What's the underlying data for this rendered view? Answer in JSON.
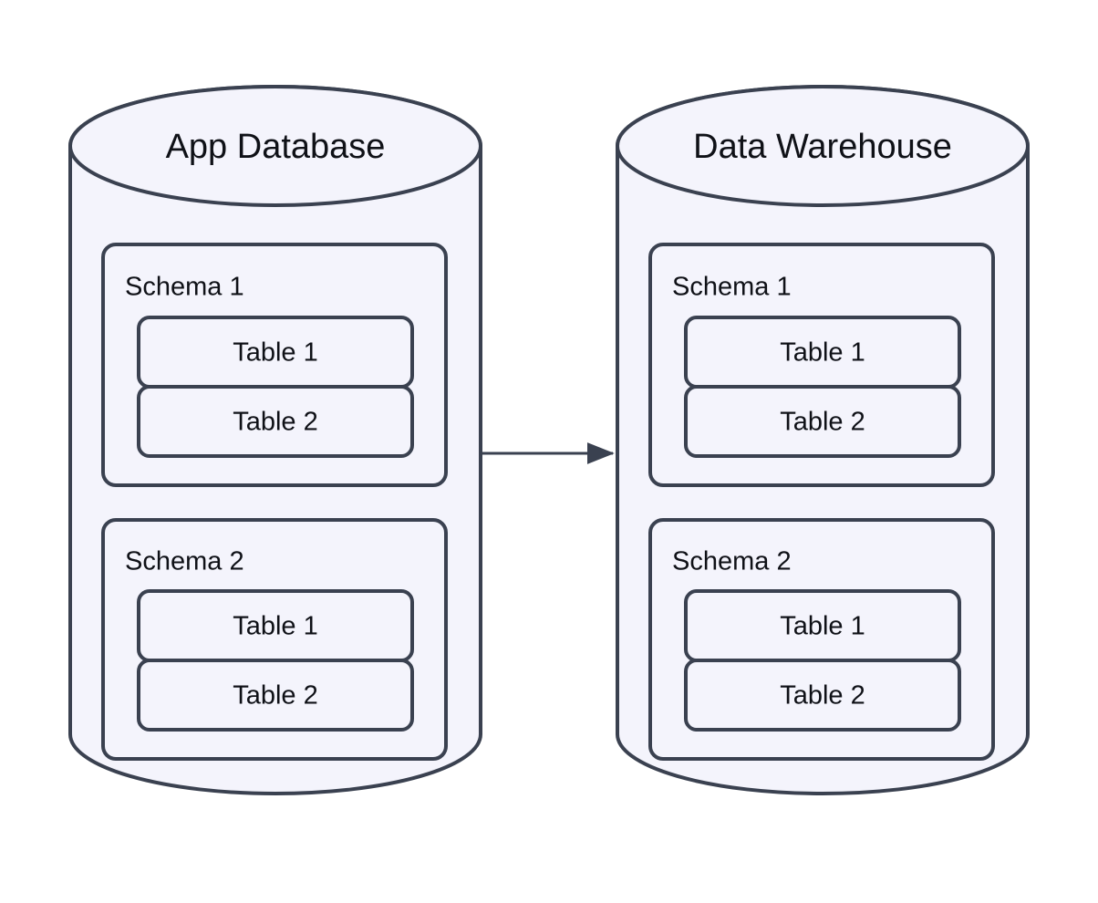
{
  "diagram": {
    "type": "database-replication-flow",
    "background_color": "#ffffff",
    "stroke_color": "#3a4150",
    "fill_color": "#f4f4fc",
    "text_color": "#0f1117",
    "stroke_width": 4
  },
  "source": {
    "title": "App Database",
    "schemas": [
      {
        "label": "Schema 1",
        "tables": [
          "Table 1",
          "Table 2"
        ]
      },
      {
        "label": "Schema 2",
        "tables": [
          "Table 1",
          "Table 2"
        ]
      }
    ]
  },
  "target": {
    "title": "Data Warehouse",
    "schemas": [
      {
        "label": "Schema 1",
        "tables": [
          "Table 1",
          "Table 2"
        ]
      },
      {
        "label": "Schema 2",
        "tables": [
          "Table 1",
          "Table 2"
        ]
      }
    ]
  },
  "connector": {
    "label": "",
    "direction": "source-to-target",
    "arrowhead": "solid-triangle"
  }
}
